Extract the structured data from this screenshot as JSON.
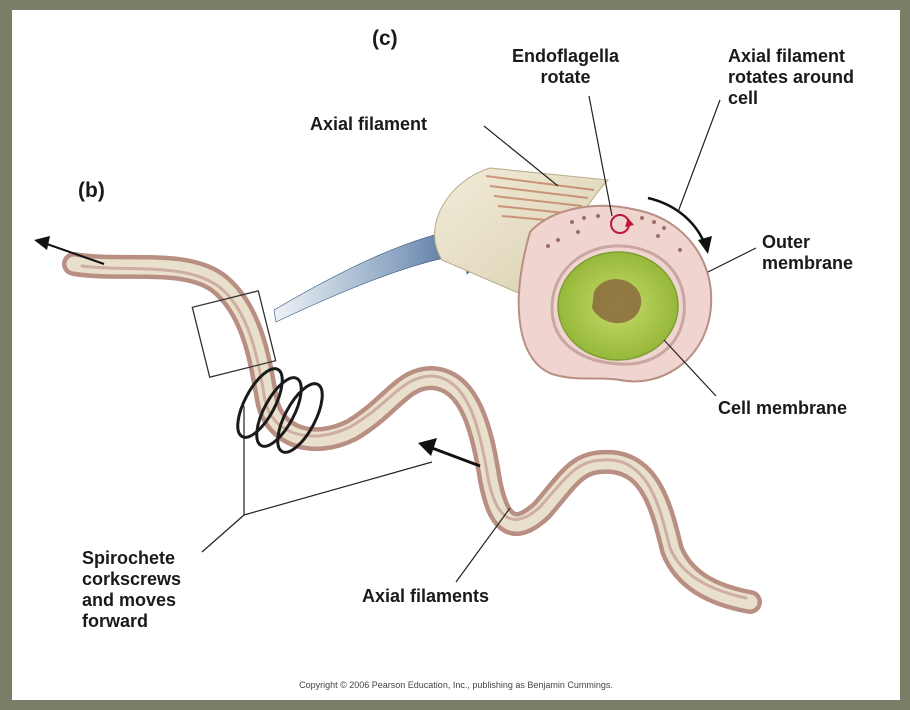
{
  "panels": {
    "b": "(b)",
    "c": "(c)"
  },
  "labels": {
    "axial_filament": "Axial filament",
    "endoflagella": "Endoflagella\nrotate",
    "axial_rotates": "Axial filament\nrotates around\ncell",
    "outer_membrane": "Outer\nmembrane",
    "cell_membrane": "Cell membrane",
    "axial_filaments": "Axial filaments",
    "spirochete": "Spirochete\ncorkscrews\nand moves\nforward"
  },
  "copyright": "Copyright © 2006 Pearson Education, Inc., publishing as Benjamin Cummings.",
  "colors": {
    "body_outer": "#c4a69a",
    "body_inner": "#ece7d4",
    "cytoplasm": "#a9c94a",
    "nucleoid": "#8a6a3c",
    "membrane": "#f0d4d0",
    "arrow_blue": "#3d5f8a"
  }
}
